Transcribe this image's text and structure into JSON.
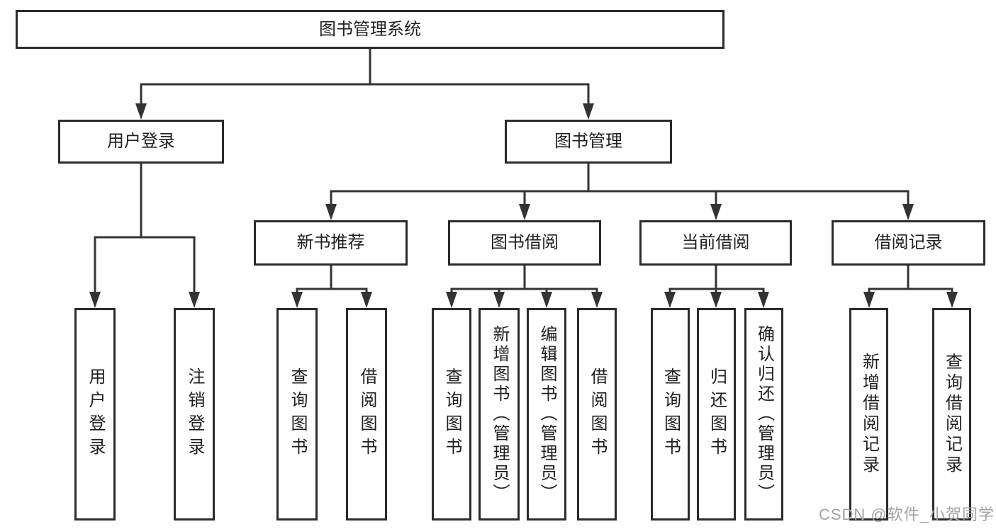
{
  "diagram_title": "图书管理系统",
  "tree": {
    "label": "图书管理系统",
    "children": [
      {
        "label": "用户登录",
        "children": [
          {
            "label": "用户登录"
          },
          {
            "label": "注销登录"
          }
        ]
      },
      {
        "label": "图书管理",
        "children": [
          {
            "label": "新书推荐",
            "children": [
              {
                "label": "查询图书"
              },
              {
                "label": "借阅图书"
              }
            ]
          },
          {
            "label": "图书借阅",
            "children": [
              {
                "label": "查询图书"
              },
              {
                "label": "新增图书（管理员）"
              },
              {
                "label": "编辑图书（管理员）"
              },
              {
                "label": "借阅图书"
              }
            ]
          },
          {
            "label": "当前借阅",
            "children": [
              {
                "label": "查询图书"
              },
              {
                "label": "归还图书"
              },
              {
                "label": "确认归还（管理员）"
              }
            ]
          },
          {
            "label": "借阅记录",
            "children": [
              {
                "label": "新增借阅记录"
              },
              {
                "label": "查询借阅记录"
              }
            ]
          }
        ]
      }
    ]
  },
  "watermark": "CSDN @软件_小贺同学",
  "colors": {
    "line": "#333333",
    "box_border": "#2b2b2b",
    "text": "#1f1f1f",
    "watermark": "#a3a3a3",
    "background": "#ffffff"
  }
}
